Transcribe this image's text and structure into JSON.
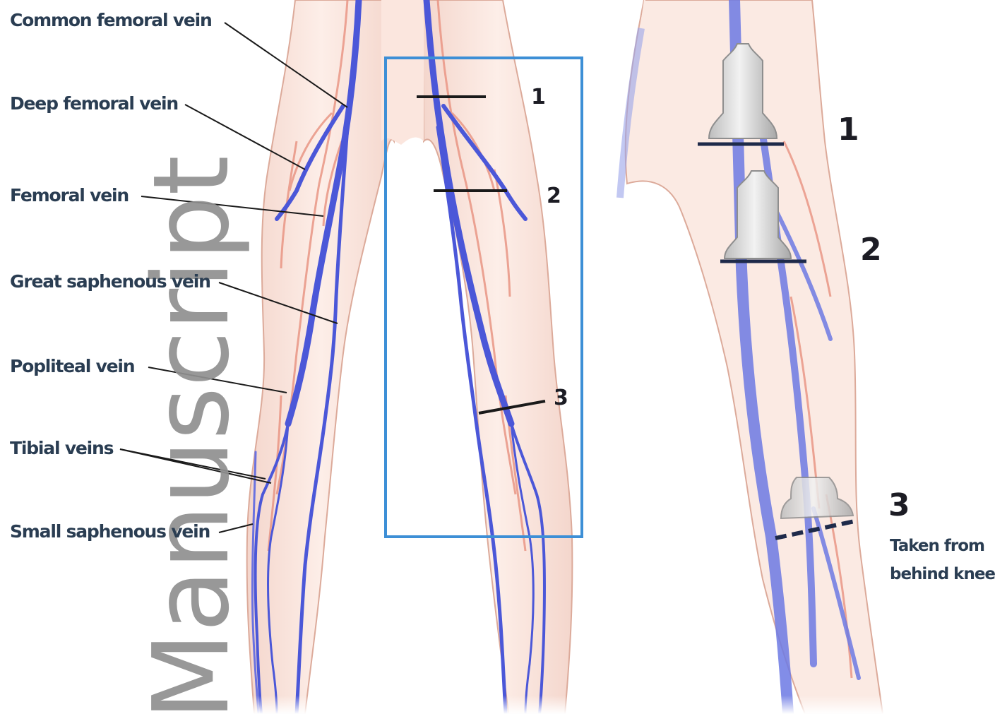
{
  "labels": {
    "common_femoral": "Common femoral vein",
    "deep_femoral": "Deep femoral vein",
    "femoral": "Femoral vein",
    "great_saphenous": "Great saphenous vein",
    "popliteal": "Popliteal vein",
    "tibial": "Tibial veins",
    "small_saphenous": "Small saphenous vein"
  },
  "markers": {
    "legs": [
      "1",
      "2",
      "3"
    ],
    "probe": [
      "1",
      "2",
      "3"
    ]
  },
  "probe_note": [
    "Taken from",
    "behind knee"
  ],
  "watermark": "Manuscript",
  "colors": {
    "skin": "#fbe6de",
    "skin_outline": "#dca898",
    "vein": "#4c5ad9",
    "artery": "#e48a7c",
    "highlight_box": "#3d8fd6",
    "leader_line": "#1a1a1a",
    "label_text": "#2a3d52",
    "watermark": "#8f8f8f"
  }
}
